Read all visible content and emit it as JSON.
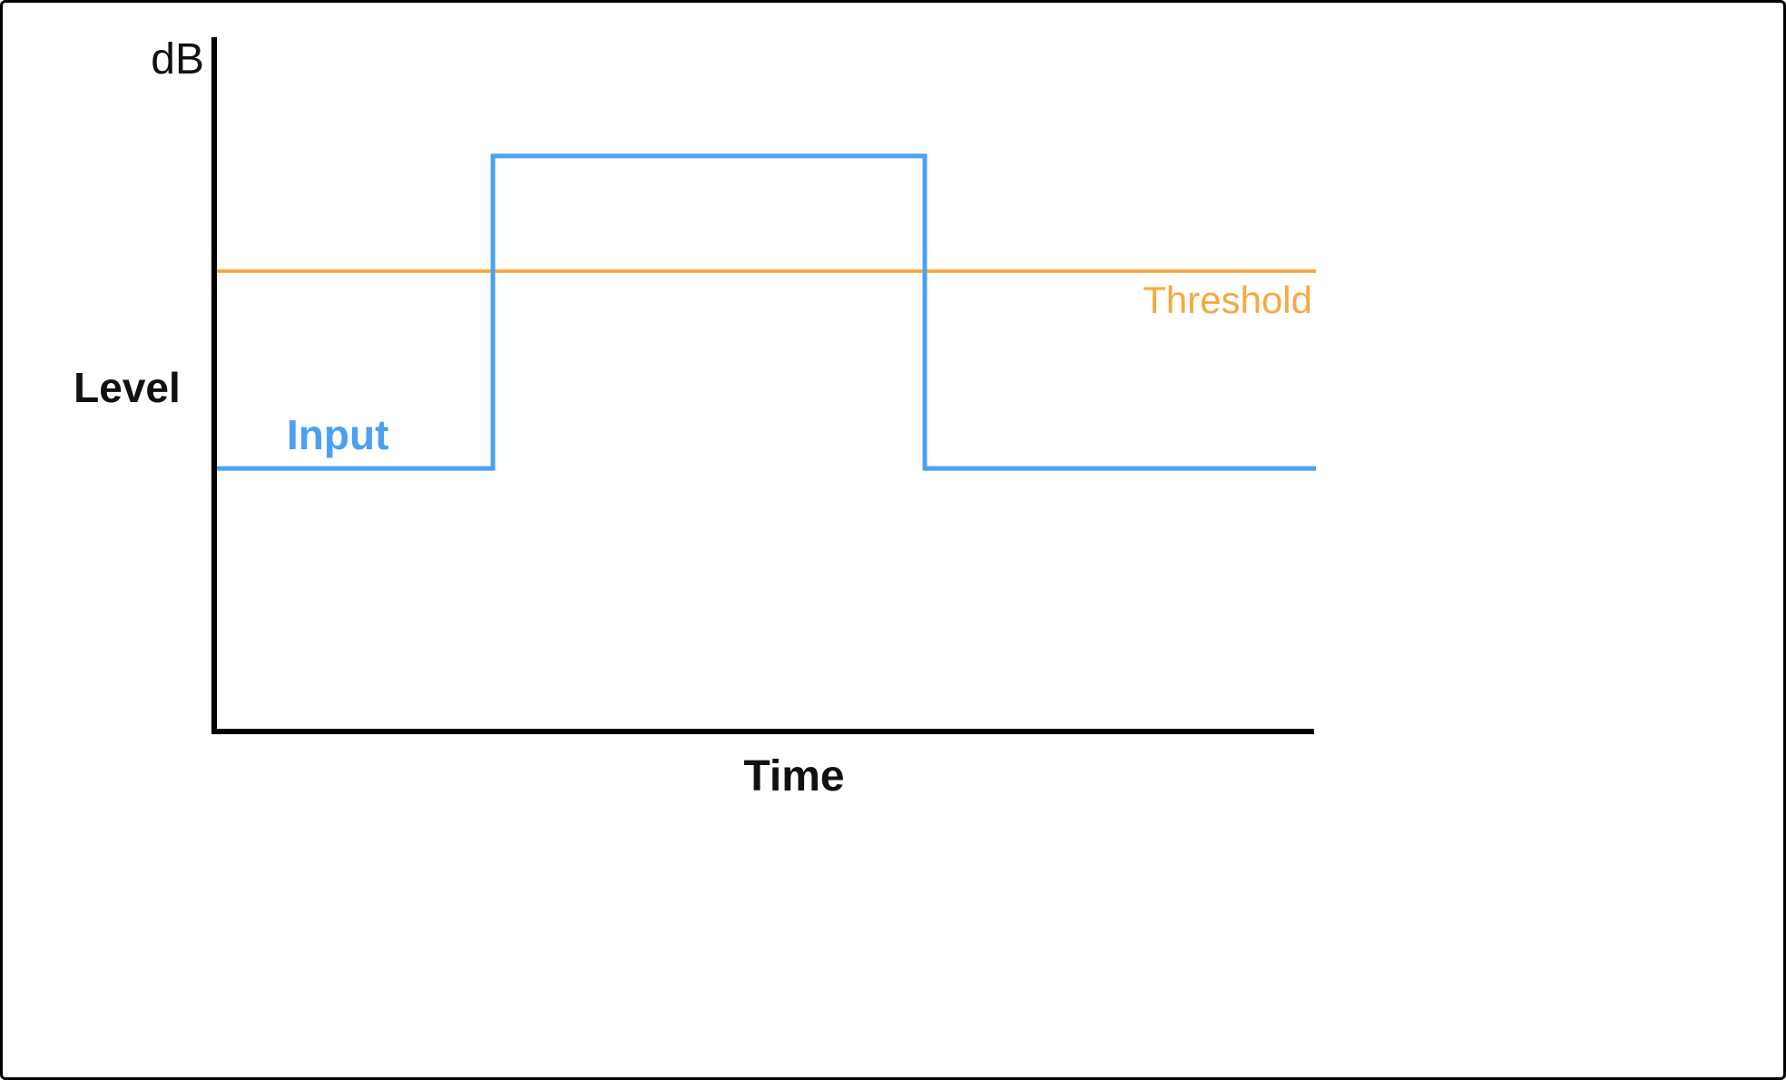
{
  "page": {
    "background_color": "#ffffff",
    "border_color": "#000000"
  },
  "chart_data": {
    "type": "line",
    "title": "",
    "xlabel": "Time",
    "ylabel": "Level",
    "y_unit_label": "dB",
    "xlim": [
      0,
      1
    ],
    "ylim": [
      0,
      1
    ],
    "grid": false,
    "legend": "inline-labels",
    "axis_color": "#000000",
    "series": [
      {
        "name": "Input",
        "color": "#4BA0F4",
        "stroke_width": 5,
        "x": [
          0,
          0.253,
          0.253,
          0.645,
          0.645,
          1.0
        ],
        "y": [
          0.379,
          0.379,
          0.829,
          0.829,
          0.379,
          0.379
        ]
      },
      {
        "name": "Threshold",
        "color": "#F6A93F",
        "stroke_width": 4,
        "x": [
          0,
          1.0
        ],
        "y": [
          0.663,
          0.663
        ]
      }
    ]
  }
}
